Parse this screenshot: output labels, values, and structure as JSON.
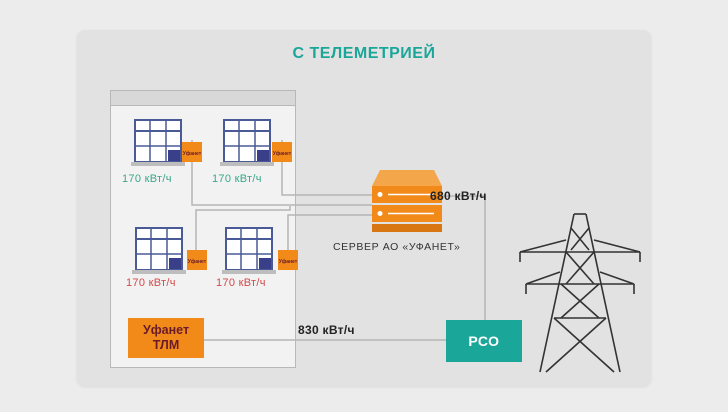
{
  "diagram": {
    "title": "С ТЕЛЕМЕТРИЕЙ",
    "apartments": [
      {
        "reading": "170 кВт/ч",
        "meter_label": "Уфанет",
        "status_color": "#3aa88a"
      },
      {
        "reading": "170 кВт/ч",
        "meter_label": "Уфанет",
        "status_color": "#3aa88a"
      },
      {
        "reading": "170 кВт/ч",
        "meter_label": "Уфанет",
        "status_color": "#d5484a"
      },
      {
        "reading": "170 кВт/ч",
        "meter_label": "Уфанет",
        "status_color": "#d5484a"
      }
    ],
    "server": {
      "label": "СЕРВЕР АО «УФАНЕТ»",
      "total": "680 кВт/ч"
    },
    "tlm": {
      "line1": "Уфанет",
      "line2": "ТЛМ",
      "total": "830 кВт/ч"
    },
    "pco": {
      "label": "РСО"
    },
    "colors": {
      "accent": "#1aa79a",
      "orange": "#f28a1a",
      "red": "#d5484a",
      "green": "#3aa88a",
      "window": "#4a5a96"
    },
    "icons": [
      "apartment-window-icon",
      "meter-icon",
      "server-icon",
      "power-tower-icon"
    ]
  }
}
